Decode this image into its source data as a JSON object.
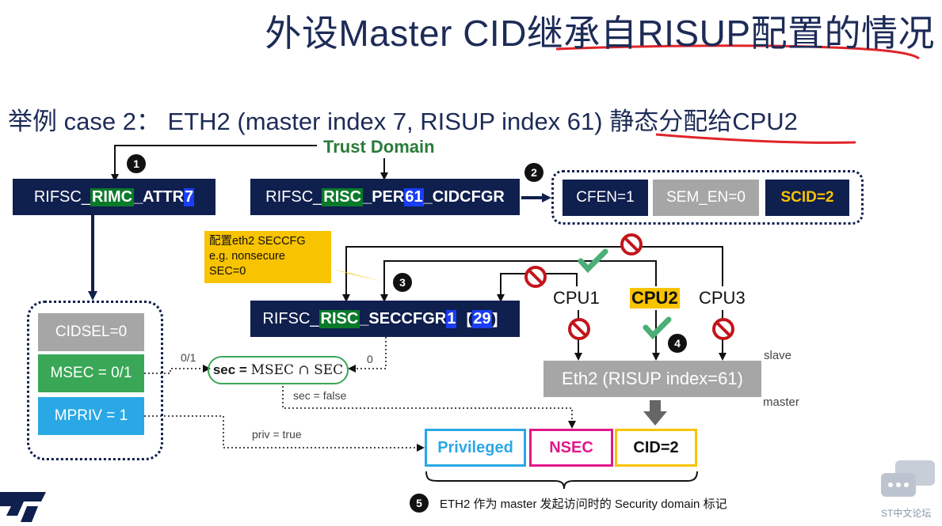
{
  "title": "外设Master CID继承自RISUP配置的情况",
  "subtitle": "举例 case 2：  ETH2 (master index 7, RISUP index 61) 静态分配给CPU2",
  "trust_domain": "Trust Domain",
  "registers": {
    "rimc_attr": {
      "a": "RIFSC_",
      "b": "RIMC",
      "c": "_ATTR",
      "d": "7"
    },
    "risc_per": {
      "a": "RIFSC_",
      "b": "RISC",
      "c": "_PER",
      "d": "61",
      "e": "_CIDCFGR"
    },
    "risc_seccfgr": {
      "a": "RIFSC_",
      "b": "RISC",
      "c": "_SECCFGR",
      "d": "1",
      "e": "【",
      "f": "29",
      "g": "】"
    }
  },
  "cidcfg": {
    "cfen": "CFEN=1",
    "sem_en": "SEM_EN=0",
    "scid": "SCID=2"
  },
  "master_attrs": {
    "cidsel": "CIDSEL=0",
    "msec": "MSEC = 0/1",
    "mpriv": "MPRIV = 1"
  },
  "note": {
    "line1": "配置eth2 SECCFG",
    "line2": "e.g. nonsecure",
    "line3": "SEC=0"
  },
  "sec_formula": {
    "prefix": "sec = ",
    "expr": "MSEC ∩ SEC"
  },
  "labels": {
    "zero_one": "0/1",
    "zero": "0",
    "sec_false": "sec = false",
    "priv_true": "priv = true",
    "slave": "slave",
    "master": "master"
  },
  "cpus": {
    "cpu1": "CPU1",
    "cpu2": "CPU2",
    "cpu3": "CPU3"
  },
  "eth2": "Eth2 (RISUP index=61)",
  "tags": {
    "privileged": "Privileged",
    "nsec": "NSEC",
    "cid": "CID=2"
  },
  "footer_caption": "ETH2 作为 master 发起访问时的 Security domain 标记",
  "badges": {
    "b1": "1",
    "b2": "2",
    "b3": "3",
    "b4": "4",
    "b5": "5"
  },
  "watermark": "ST中文论坛",
  "colors": {
    "navy": "#0f1f4e",
    "green": "#0a7a2a",
    "blue": "#1a3ef5",
    "gray": "#a6a6a6",
    "yellow": "#f8c300",
    "msec_green": "#3aa757",
    "mpriv_blue": "#2aa8e6",
    "privileged": "#2aa8e6",
    "nsec": "#e0188a",
    "forbid": "#c3151c",
    "check": "#4caf78",
    "underline": "#e0242a"
  },
  "icons": [
    "forbidden-icon",
    "checkmark-icon",
    "down-arrow-icon",
    "speech-bubbles-icon",
    "st-logo"
  ]
}
